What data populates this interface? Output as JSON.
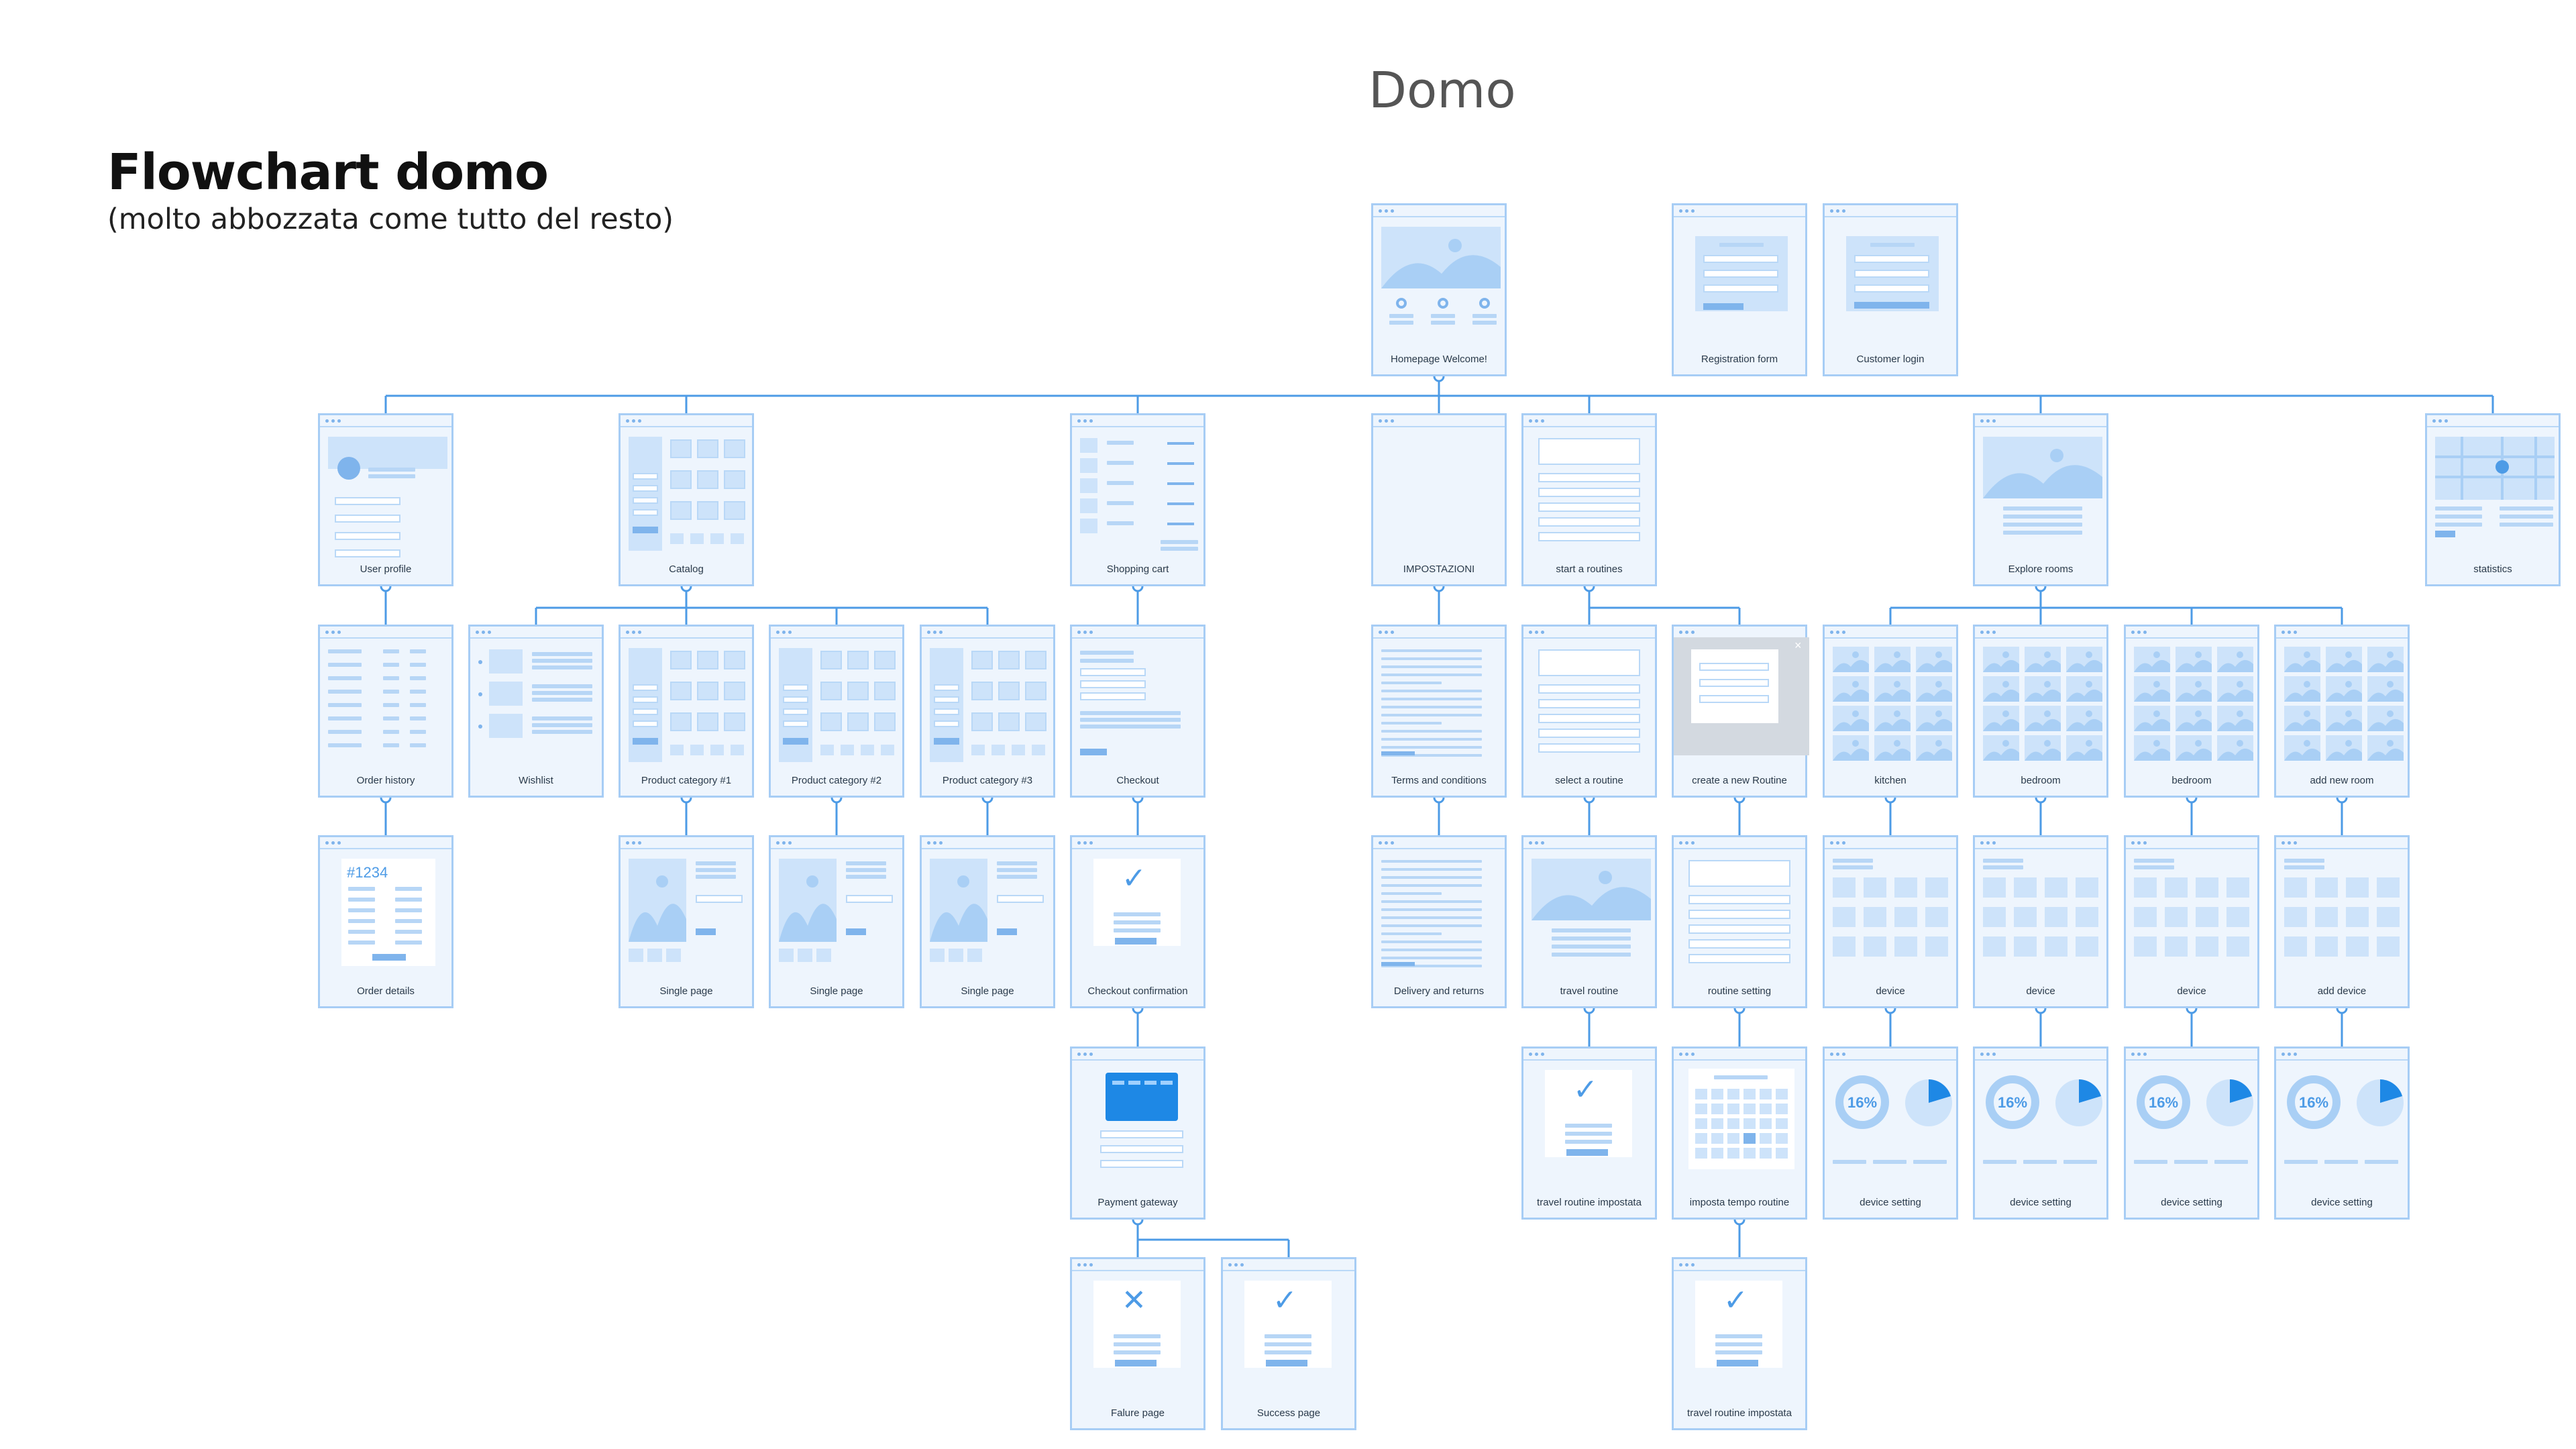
{
  "header": {
    "title": "Flowchart domo",
    "subtitle": "(molto abbozzata come tutto del resto)",
    "product": "Domo"
  },
  "colors": {
    "accent": "#4d9be6",
    "card_bg": "#eef5fd",
    "card_border": "#a7cdf5",
    "line": "#4d9be6"
  },
  "screens": {
    "homepage": "Homepage Welcome!",
    "registration": "Registration form",
    "customer_login": "Customer login",
    "user_profile": "User profile",
    "catalog": "Catalog",
    "shopping_cart": "Shopping cart",
    "impostazioni": "IMPOSTAZIONI",
    "start_routines": "start a routines",
    "explore_rooms": "Explore rooms",
    "statistics": "statistics",
    "order_history": "Order history",
    "wishlist": "Wishlist",
    "product_cat_1": "Product category #1",
    "product_cat_2": "Product category #2",
    "product_cat_3": "Product category #3",
    "checkout": "Checkout",
    "terms": "Terms and conditions",
    "select_routine": "select a routine",
    "create_routine": "create a new Routine",
    "kitchen": "kitchen",
    "bedroom_1": "bedroom",
    "bedroom_2": "bedroom",
    "add_room": "add new room",
    "order_details": "Order details",
    "single_page_1": "Single page",
    "single_page_2": "Single page",
    "single_page_3": "Single page",
    "checkout_confirmation": "Checkout confirmation",
    "delivery": "Delivery and returns",
    "travel_routine": "travel routine",
    "routine_setting": "routine setting",
    "device_1": "device",
    "device_2": "device",
    "device_3": "device",
    "add_device": "add device",
    "payment_gateway": "Payment gateway",
    "travel_routine_set_1": "travel routine impostata",
    "imposta_tempo": "imposta tempo routine",
    "device_setting_1": "device setting",
    "device_setting_2": "device setting",
    "device_setting_3": "device setting",
    "device_setting_4": "device setting",
    "failure": "Falure page",
    "success": "Success page",
    "travel_routine_set_2": "travel routine impostata"
  },
  "order_number": "#1234",
  "percent_label": "16%"
}
